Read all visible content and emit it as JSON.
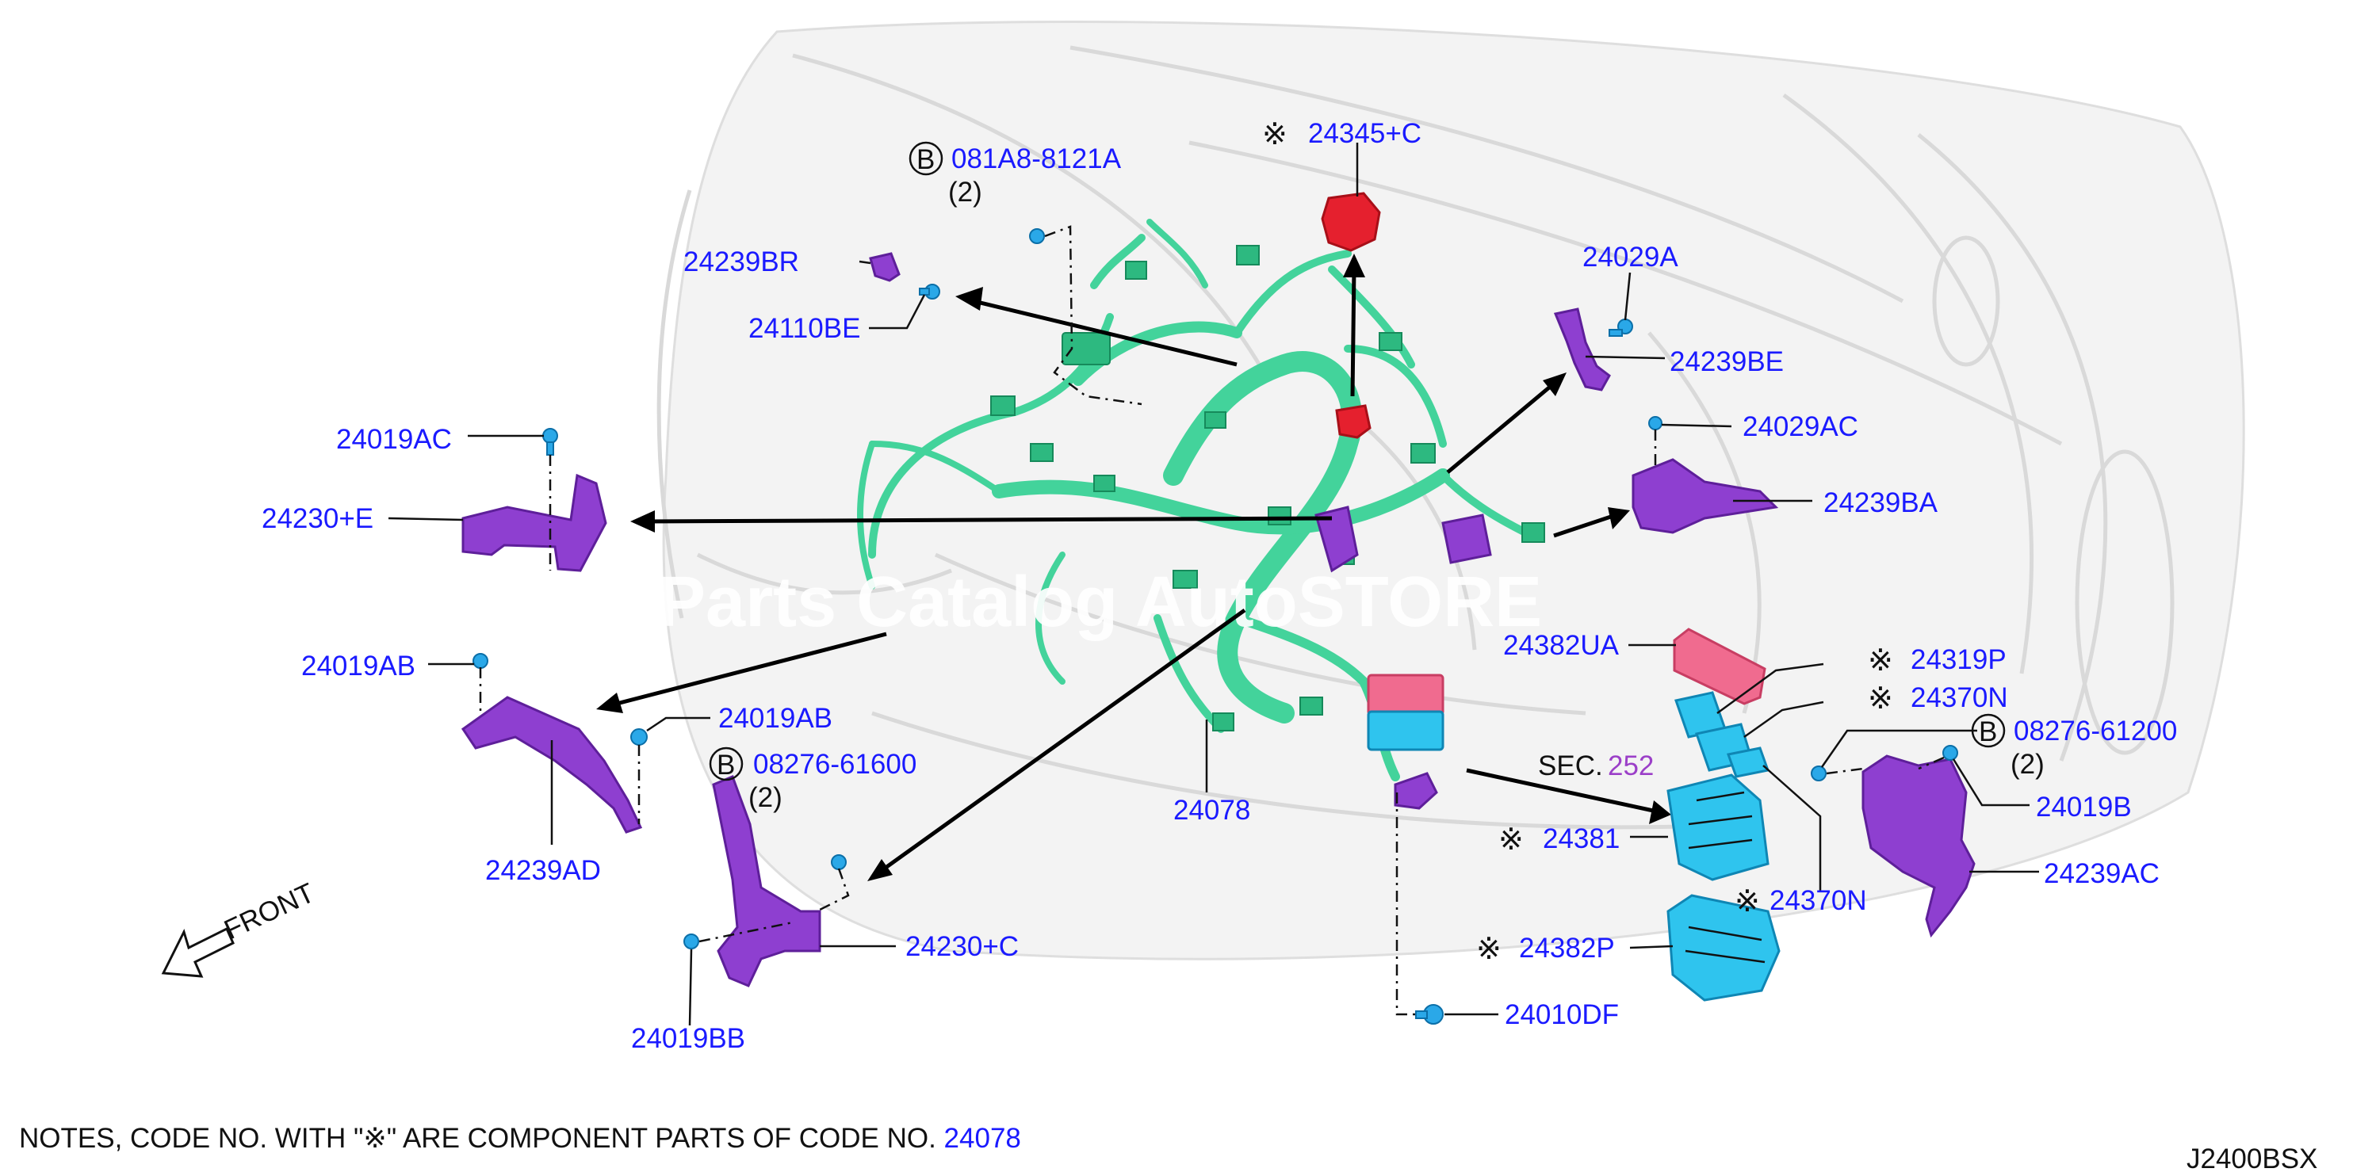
{
  "diagram": {
    "labels": {
      "l_24345c": "24345+C",
      "l_081a8": "081A8-8121A",
      "l_081a8_qty": "(2)",
      "l_24239br": "24239BR",
      "l_24110be": "24110BE",
      "l_24029a": "24029A",
      "l_24239be": "24239BE",
      "l_24019ac": "24019AC",
      "l_24029ac": "24029AC",
      "l_24230e": "24230+E",
      "l_24239ba": "24239BA",
      "l_24019ab_a": "24019AB",
      "l_24019ab_b": "24019AB",
      "l_24382ua": "24382UA",
      "l_24319p": "24319P",
      "l_24370n_a": "24370N",
      "l_08276_61200": "08276-61200",
      "l_08276_61200_qty": "(2)",
      "l_08276_61600": "08276-61600",
      "l_08276_61600_qty": "(2)",
      "l_sec": "SEC.",
      "l_sec_num": "252",
      "l_24019b": "24019B",
      "l_24078": "24078",
      "l_24381": "24381",
      "l_24370n_b": "24370N",
      "l_24239ac": "24239AC",
      "l_24239ad": "24239AD",
      "l_24230c": "24230+C",
      "l_24382p": "24382P",
      "l_24019bb": "24019BB",
      "l_24010df": "24010DF",
      "l_front": "FRONT",
      "watermark": "Parts Catalog AutoSTORE"
    },
    "symbols": {
      "kome": "※",
      "circle_b": "B"
    },
    "notes": {
      "prefix": "NOTES, CODE NO. WITH ",
      "quote_open": "\"",
      "quote_close": "\"",
      "middle": " ARE COMPONENT PARTS OF CODE NO. ",
      "code": "24078"
    },
    "figure_code": "J2400BSX",
    "colors": {
      "part_number": "#1a1aff",
      "section_ref": "#9b3fc8",
      "harness": "#43d39b",
      "bracket": "#8e3fd0",
      "bolt": "#2aa8e8",
      "relay": "#e5202e",
      "module": "#2fc4ee",
      "ecu_cover": "#f06b8f"
    }
  }
}
